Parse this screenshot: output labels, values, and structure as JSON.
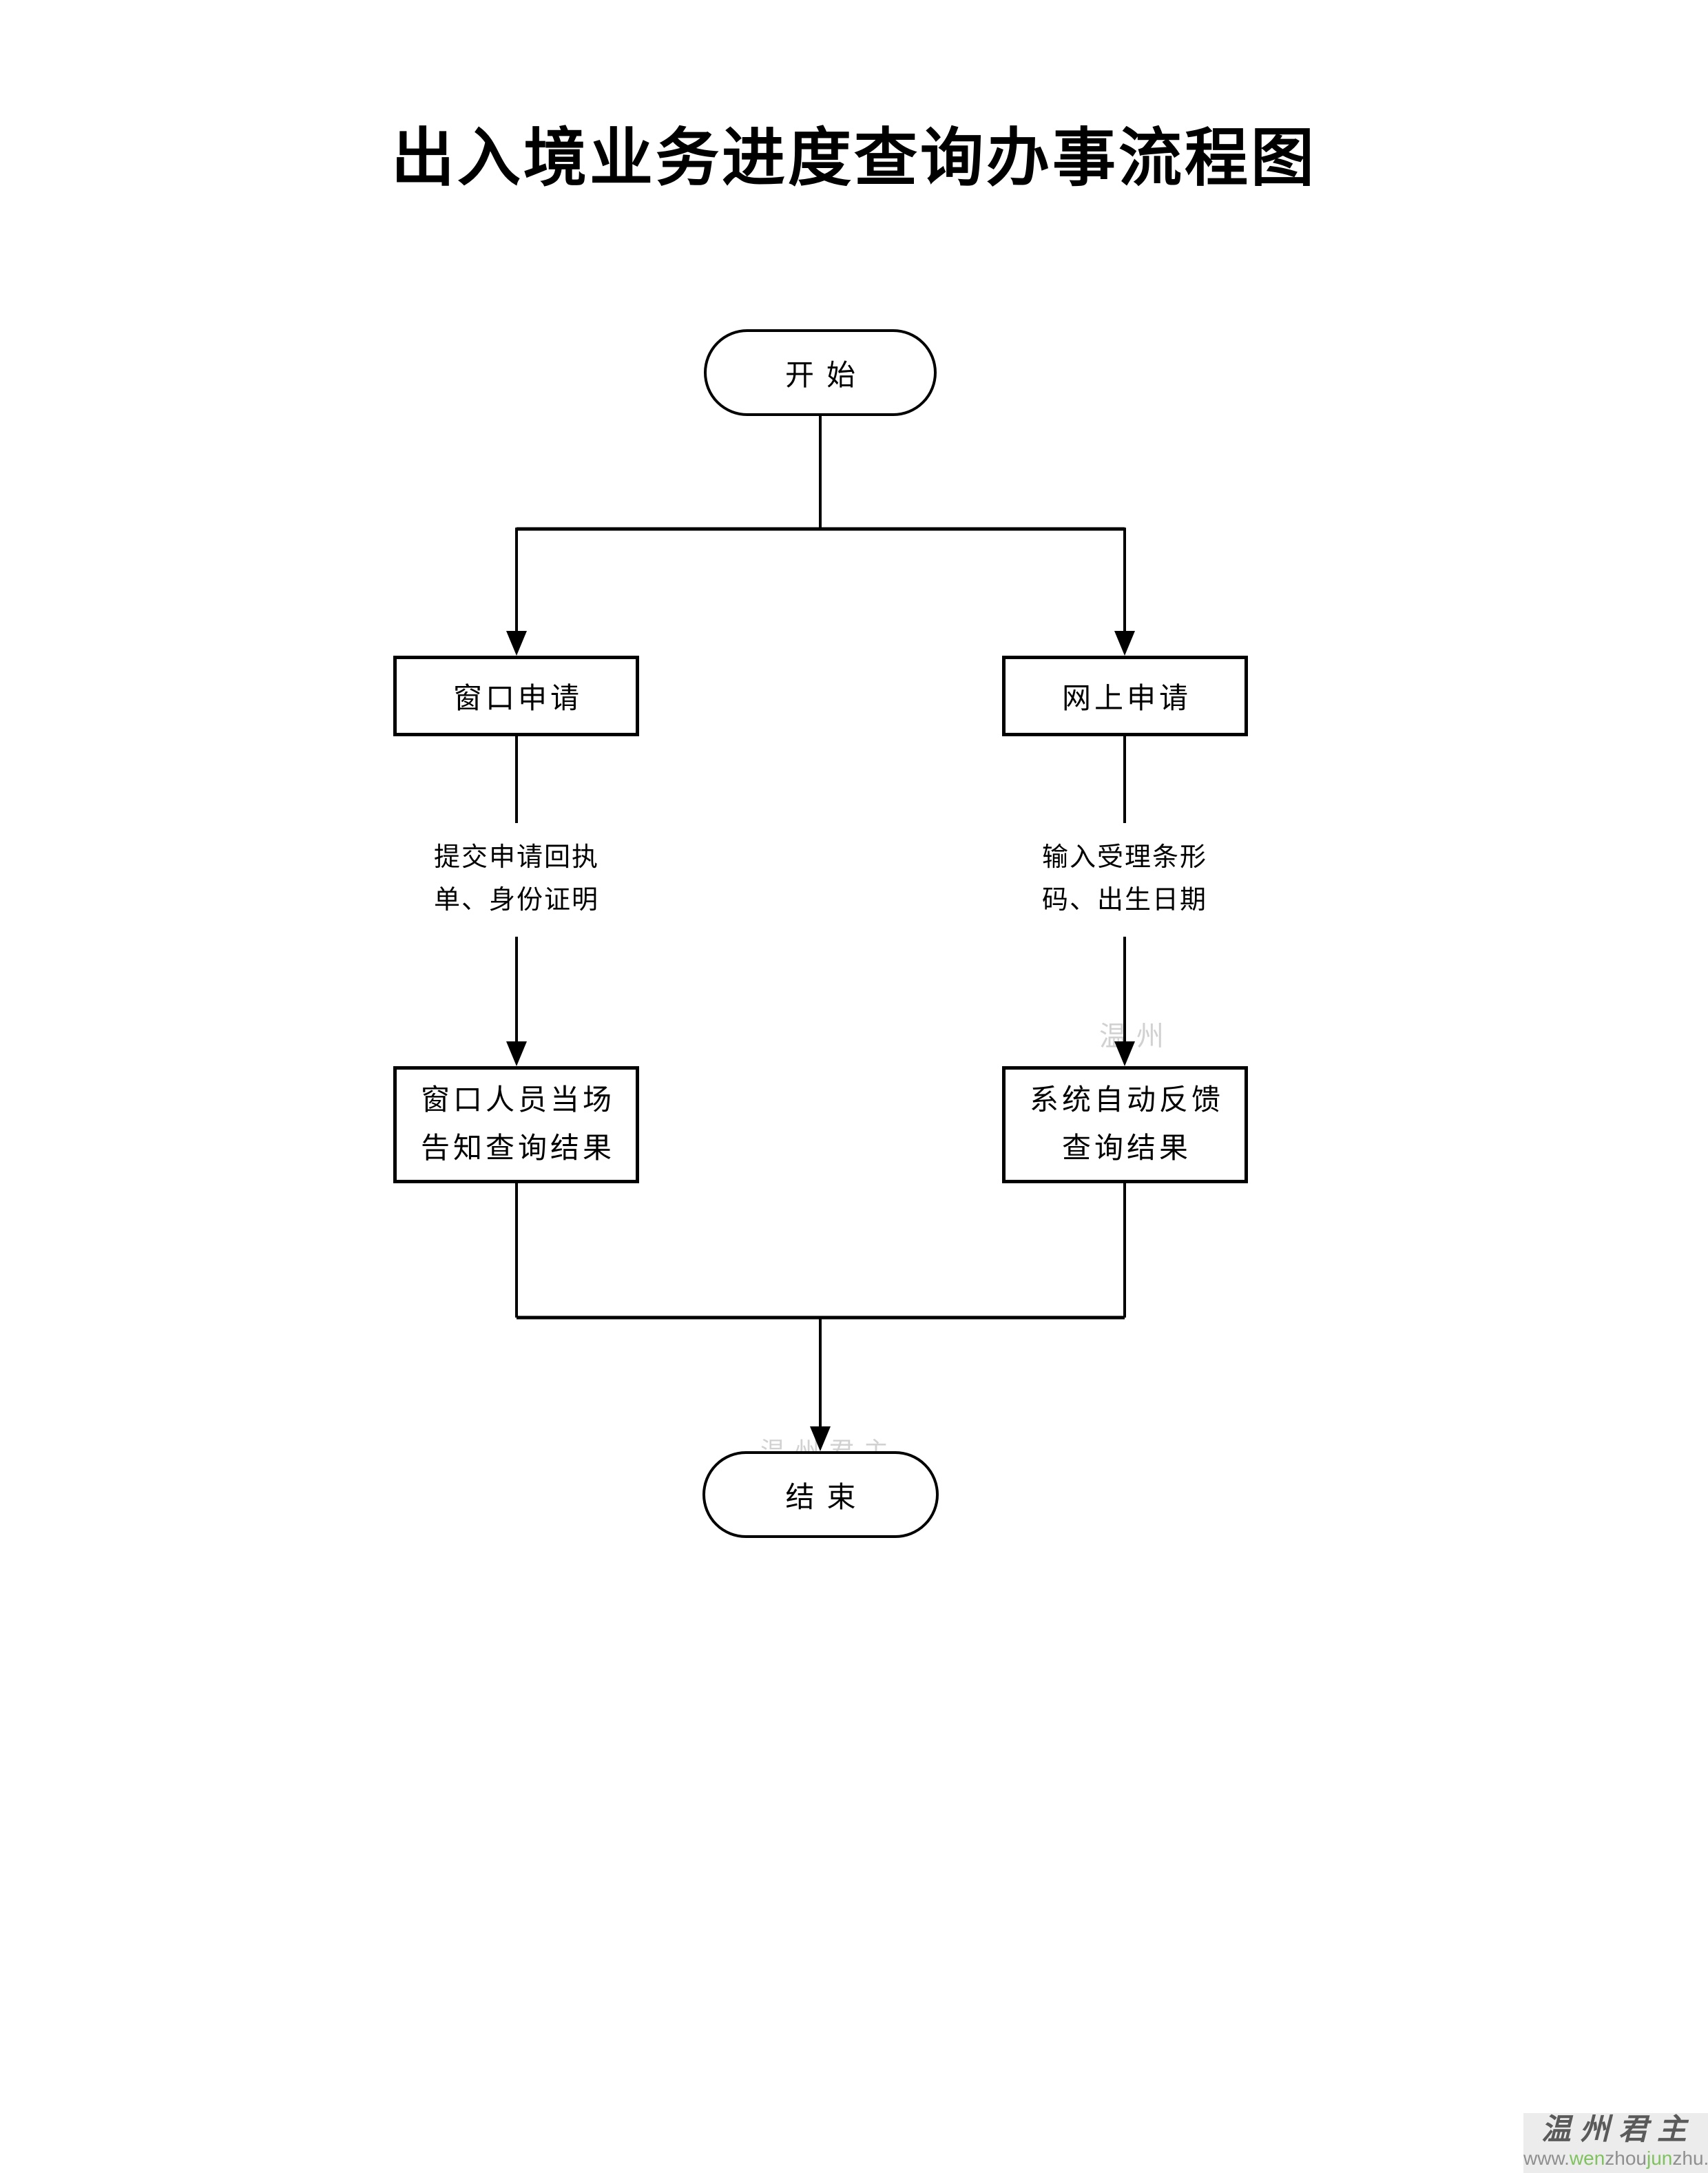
{
  "title": "出入境业务进度查询办事流程图",
  "flowchart": {
    "start_label": "开始",
    "end_label": "结束",
    "left": {
      "step1": "窗口申请",
      "edge_note_line1": "提交申请回执",
      "edge_note_line2": "单、身份证明",
      "step2_line1": "窗口人员当场",
      "step2_line2": "告知查询结果"
    },
    "right": {
      "step1": "网上申请",
      "edge_note_line1": "输入受理条形",
      "edge_note_line2": "码、出生日期",
      "step2_line1": "系统自动反馈",
      "step2_line2": "查询结果"
    },
    "line_color": "#000000",
    "node_fill": "#ffffff"
  },
  "watermark": {
    "brand": "温州君主",
    "url": {
      "part1": "www.",
      "part2": "wen",
      "part3": "zhou",
      "part4": "jun",
      "part5": "zhu.com"
    },
    "brand_color": "#5a5a5a",
    "url_gray": "#8f8f8f",
    "url_green": "#7fc25e",
    "background": "#ececec"
  },
  "remnants": {
    "above_end_node": "温州君主",
    "near_right_arrow": "温州"
  }
}
